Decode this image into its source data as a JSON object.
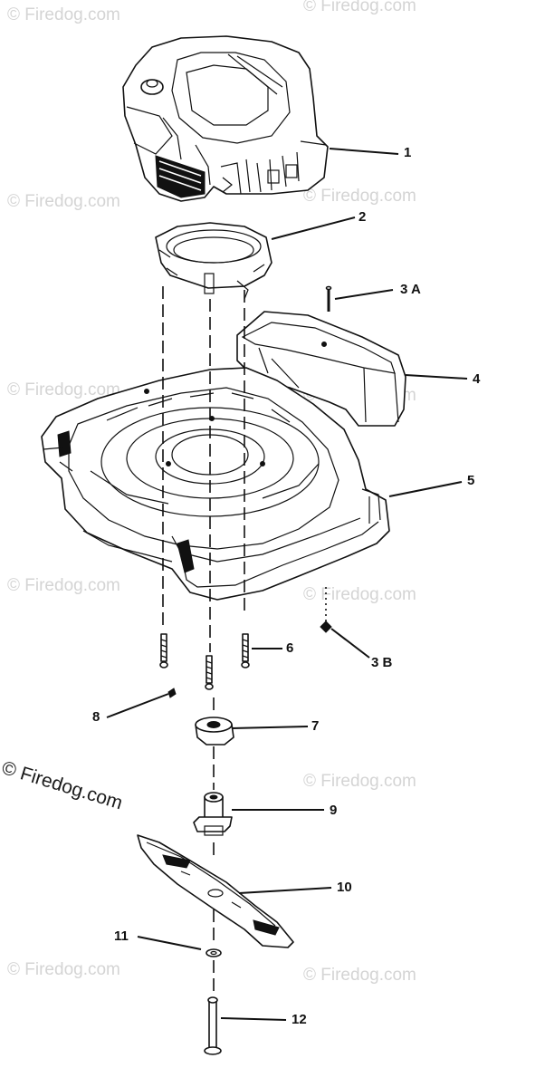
{
  "watermark_text": "© Firedog.com",
  "watermark_prominent_text": "© Firedog.com",
  "callouts": {
    "c1": "1",
    "c2": "2",
    "c3a": "3 A",
    "c4": "4",
    "c5": "5",
    "c3b": "3 B",
    "c6": "6",
    "c7": "7",
    "c8": "8",
    "c9": "9",
    "c10": "10",
    "c11": "11",
    "c12": "12"
  }
}
